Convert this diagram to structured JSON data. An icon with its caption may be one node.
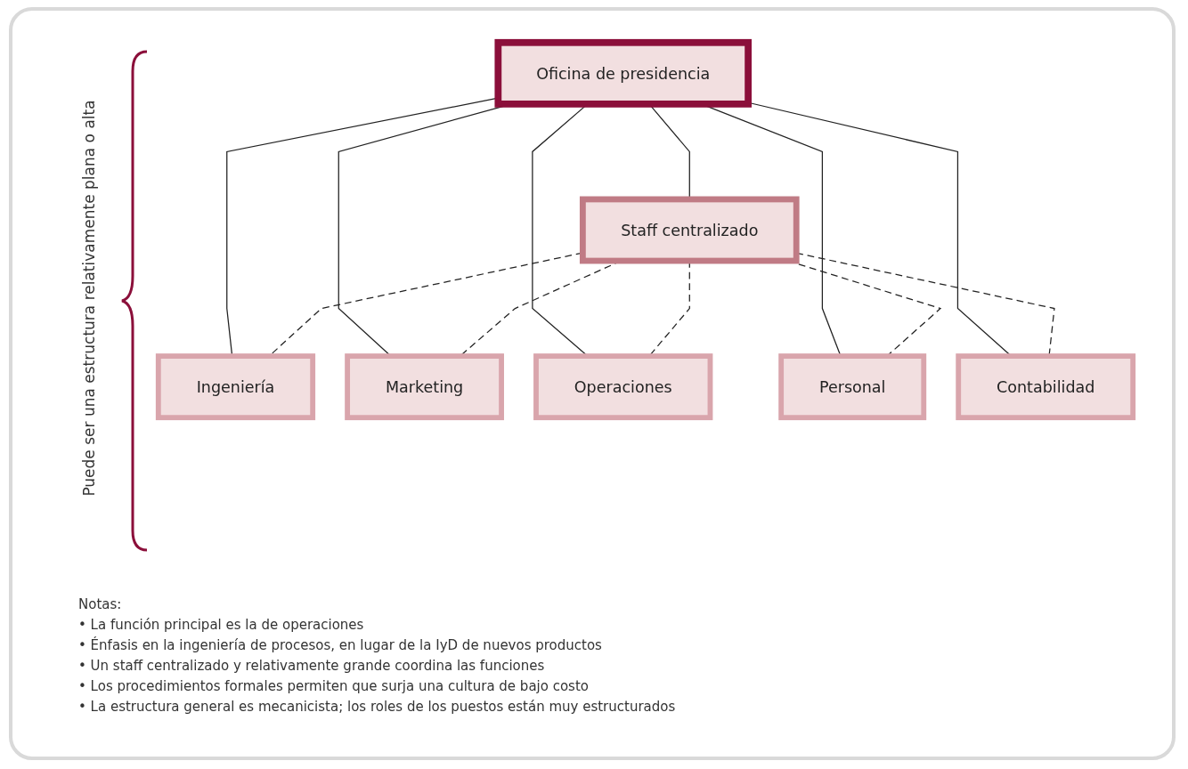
{
  "diagram": {
    "nodes": [
      {
        "text": [
          "Oficina de presidencia"
        ]
      },
      {
        "text": [
          "Staff centralizado"
        ]
      },
      {
        "text": [
          "Ingeniería"
        ]
      },
      {
        "text": [
          "Marketing"
        ]
      },
      {
        "text": [
          "Operaciones"
        ]
      },
      {
        "text": [
          "Personal"
        ]
      },
      {
        "text": [
          "Contabilidad"
        ]
      }
    ],
    "edges": [
      {
        "from": 0,
        "to": 1,
        "arrow": "none"
      },
      {
        "from": 0,
        "to": 2,
        "arrow": "none"
      },
      {
        "from": 0,
        "to": 3,
        "arrow": "none"
      },
      {
        "from": 0,
        "to": 4,
        "arrow": "none"
      },
      {
        "from": 0,
        "to": 5,
        "arrow": "none"
      },
      {
        "from": 0,
        "to": 6,
        "arrow": "none"
      },
      {
        "from": 1,
        "to": 2,
        "arrow": "none",
        "style": "dashed"
      },
      {
        "from": 1,
        "to": 3,
        "arrow": "none",
        "style": "dashed"
      },
      {
        "from": 1,
        "to": 4,
        "arrow": "none",
        "style": "dashed"
      },
      {
        "from": 1,
        "to": 5,
        "arrow": "none",
        "style": "dashed"
      },
      {
        "from": 1,
        "to": 6,
        "arrow": "none",
        "style": "dashed"
      }
    ],
    "labels": [
      "Puede ser una estructura relativamente plana o alta",
      "Notas:",
      "• La función principal es la de operaciones",
      "• Énfasis en la ingeniería de procesos, en lugar de la IyD de nuevos productos",
      "• Un staff centralizado y relativamente grande coordina las funciones",
      "• Los procedimientos formales permiten que surja una cultura de bajo costo",
      "• La estructura general es mecanicista; los roles de los puestos están muy estructurados"
    ]
  }
}
